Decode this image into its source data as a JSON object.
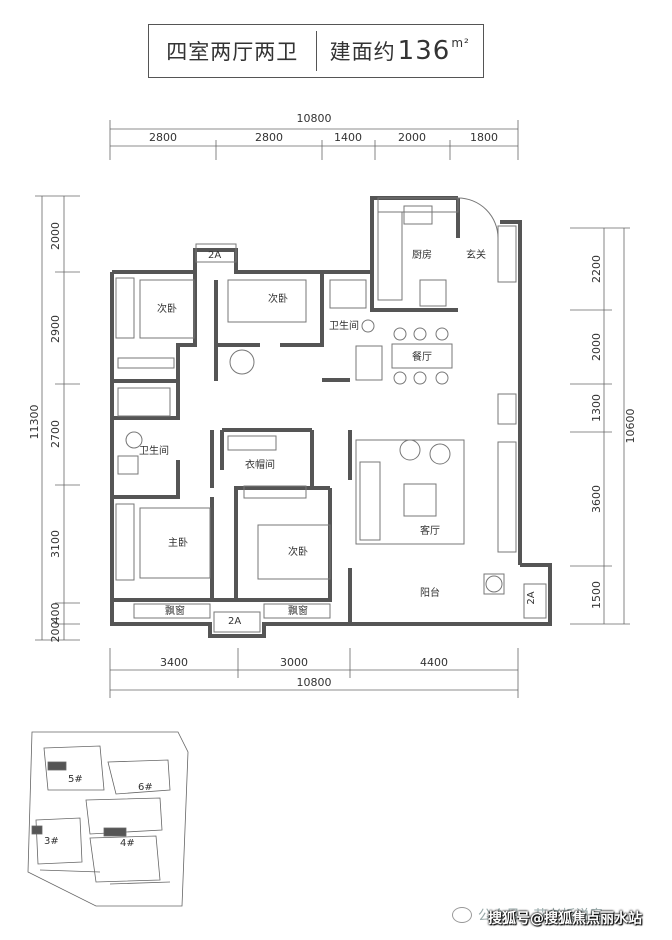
{
  "header": {
    "layout": "四室两厅两卫",
    "area_prefix": "建面约",
    "area_value": "136",
    "area_unit": "m²"
  },
  "dimensions": {
    "top_total": "10800",
    "top_segments": [
      "2800",
      "2800",
      "1400",
      "2000",
      "1800"
    ],
    "bottom_segments": [
      "3400",
      "3000",
      "4400"
    ],
    "bottom_total": "10800",
    "left_segments": [
      "2000",
      "2900",
      "2700",
      "3100",
      "400",
      "200"
    ],
    "left_total": "11300",
    "right_segments": [
      "2200",
      "2000",
      "1300",
      "3600",
      "1500"
    ],
    "right_total": "10600"
  },
  "rooms": {
    "bedroom_nw": "次卧",
    "bedroom_n": "次卧",
    "bath_center": "卫生间",
    "kitchen": "厨房",
    "entry": "玄关",
    "dining": "餐厅",
    "bath_west": "卫生间",
    "closet": "衣帽间",
    "living": "客厅",
    "master": "主卧",
    "bedroom_s": "次卧",
    "bay_window_1": "飘窗",
    "bay_window_2": "飘窗",
    "balcony": "阳台",
    "ac_top": "2A",
    "ac_bottom": "2A",
    "ac_right": "2A"
  },
  "site_plan": {
    "buildings": [
      "5#",
      "6#",
      "3#",
      "4#"
    ]
  },
  "footer": {
    "watermark_prefix": "公众号 · 艾老板说房",
    "overlay": "搜狐号@搜狐焦点丽水站"
  },
  "colors": {
    "wall": "#555555",
    "line": "#777777",
    "text": "#333333"
  }
}
